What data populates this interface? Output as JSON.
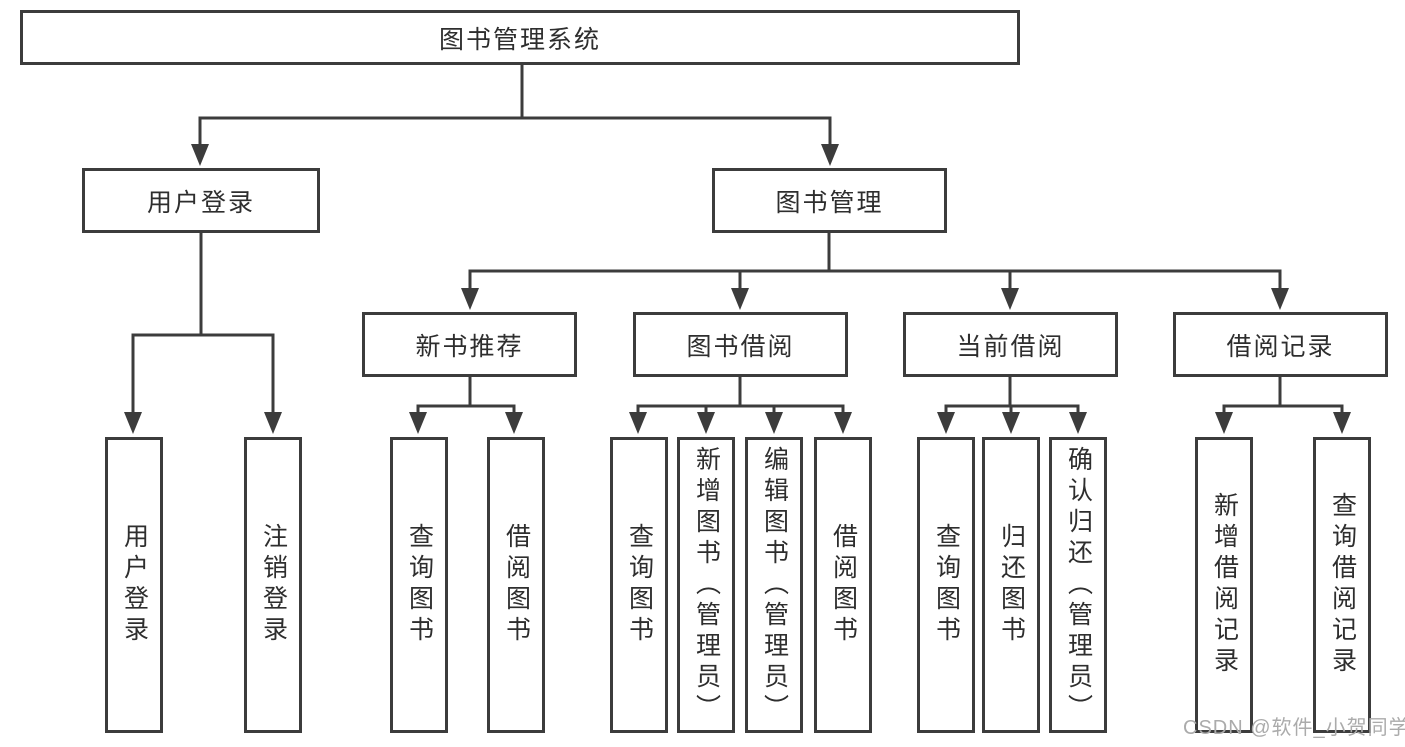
{
  "diagram": {
    "root": "图书管理系统",
    "branches": [
      {
        "label": "用户登录",
        "children": [
          "用户登录",
          "注销登录"
        ]
      },
      {
        "label": "图书管理",
        "sections": [
          {
            "label": "新书推荐",
            "children": [
              "查询图书",
              "借阅图书"
            ]
          },
          {
            "label": "图书借阅",
            "children": [
              "查询图书",
              "新增图书（管理员）",
              "编辑图书（管理员）",
              "借阅图书"
            ]
          },
          {
            "label": "当前借阅",
            "children": [
              "查询图书",
              "归还图书",
              "确认归还（管理员）"
            ]
          },
          {
            "label": "借阅记录",
            "children": [
              "新增借阅记录",
              "查询借阅记录"
            ]
          }
        ]
      }
    ]
  },
  "watermark": "CSDN @软件_小贺同学",
  "colors": {
    "line": "#3c3c3c",
    "text": "#2e2e2e",
    "watermark": "#ababab",
    "background": "#ffffff"
  }
}
